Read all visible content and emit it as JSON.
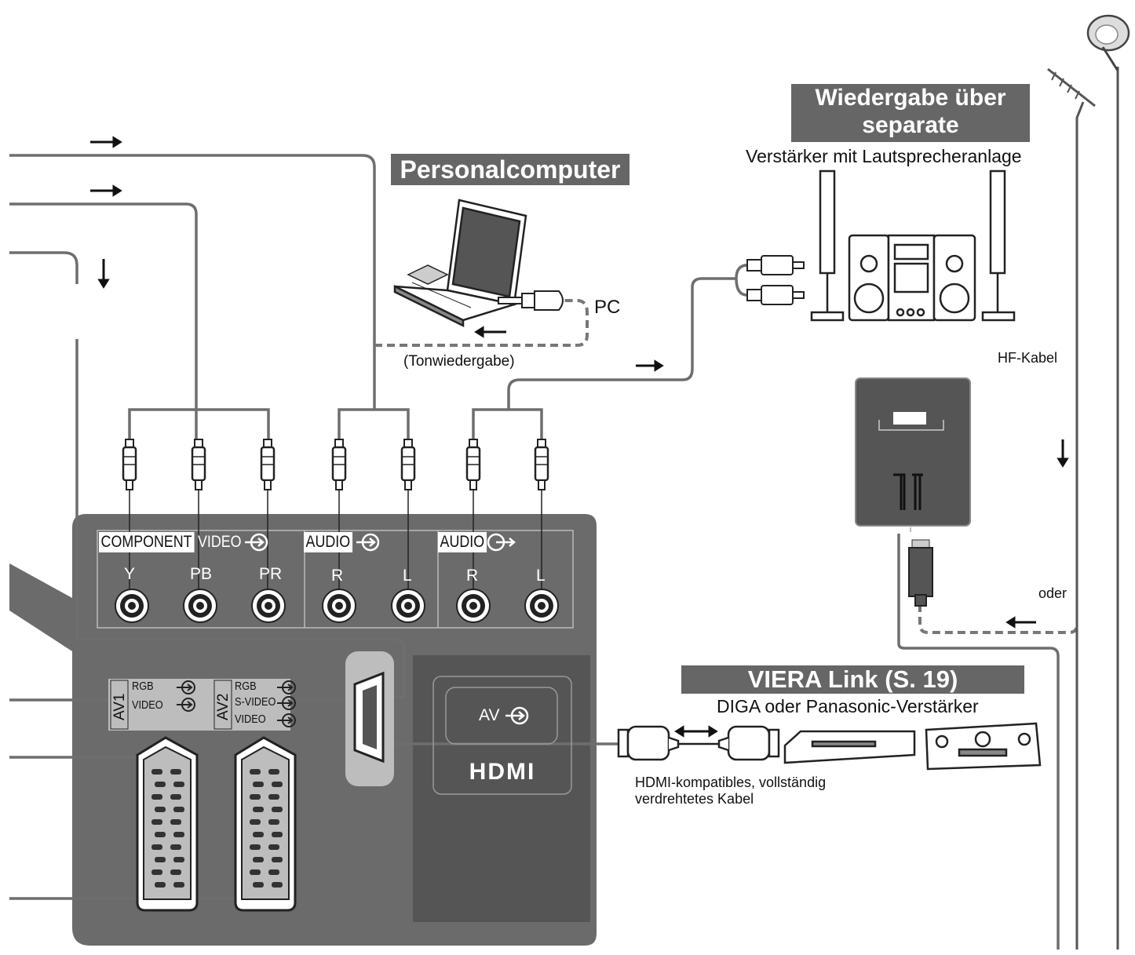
{
  "sections": {
    "pc": {
      "title": "Personalcomputer",
      "pc_label": "PC",
      "audio_note": "(Tonwiedergabe)"
    },
    "speakers": {
      "title_line1": "Wiedergabe über",
      "title_line2": "separate Lautsprecher",
      "subtitle": "Verstärker mit Lautsprecheranlage"
    },
    "antenna": {
      "cable_label": "HF-Kabel",
      "or_label": "oder"
    },
    "viera": {
      "title": "VIERA Link (S. 19)",
      "subtitle": "DIGA oder Panasonic-Verstärker",
      "cable_note_line1": "HDMI-kompatibles, vollständig",
      "cable_note_line2": "verdrehtetes Kabel"
    }
  },
  "panel": {
    "component_label": "COMPONENT",
    "video_in_label": "VIDEO",
    "audio_in_label": "AUDIO",
    "audio_out_label": "AUDIO",
    "jacks": [
      "Y",
      "PB",
      "PR",
      "R",
      "L",
      "R",
      "L"
    ],
    "av1": {
      "name": "AV1",
      "rows": [
        "RGB",
        "VIDEO"
      ]
    },
    "av2": {
      "name": "AV2",
      "rows": [
        "RGB",
        "S-VIDEO",
        "VIDEO"
      ]
    },
    "hdmi": {
      "av_label": "AV",
      "logo": "HDMI"
    }
  },
  "colors": {
    "panel": "#6b6b6b",
    "panel_dark": "#555555",
    "title_box": "#666666",
    "cable": "#6e6e6e"
  }
}
